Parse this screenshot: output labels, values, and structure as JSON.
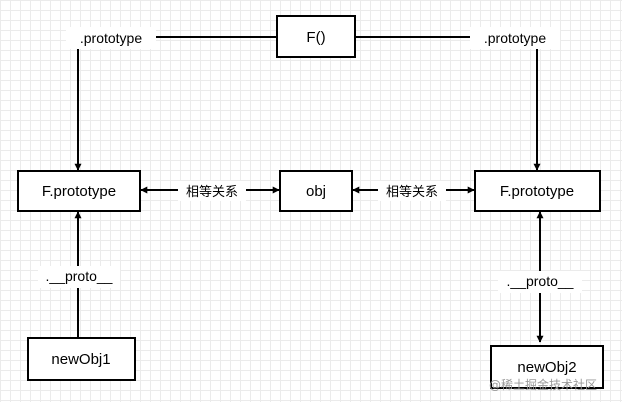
{
  "nodes": {
    "f": "F()",
    "proto_left": "F.prototype",
    "obj": "obj",
    "proto_right": "F.prototype",
    "newobj1": "newObj1",
    "newobj2": "newObj2"
  },
  "edge_labels": {
    "prototype_left": ".prototype",
    "prototype_right": ".prototype",
    "equal_left": "相等关系",
    "equal_right": "相等关系",
    "proto_link_left": ".__proto__",
    "proto_link_right": ".__proto__"
  },
  "watermark": "@稀土掘金技术社区"
}
